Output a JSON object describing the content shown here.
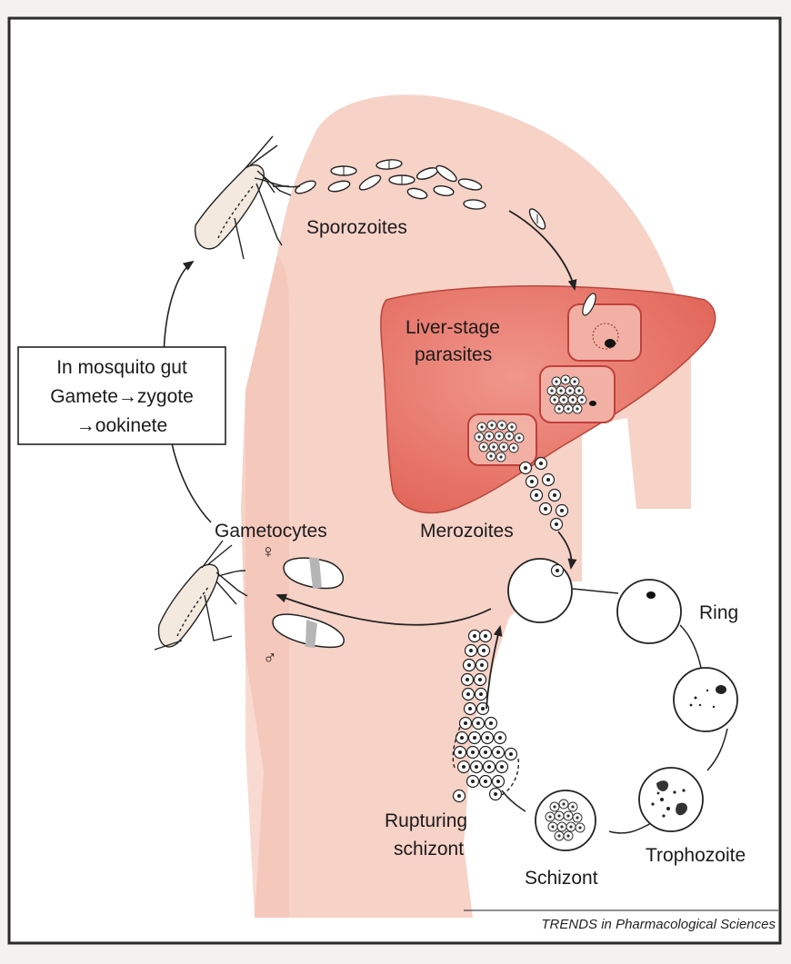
{
  "labels": {
    "sporozoites": "Sporozoites",
    "liver_line1": "Liver-stage",
    "liver_line2": "parasites",
    "mosquito_box_line1": "In mosquito gut",
    "mosquito_box_line2": "Gamete→zygote",
    "mosquito_box_line3": "→ookinete",
    "gametocytes": "Gametocytes",
    "female_symbol": "♀",
    "male_symbol": "♂",
    "merozoites": "Merozoites",
    "ring": "Ring",
    "trophozoite": "Trophozoite",
    "schizont": "Schizont",
    "rupturing_line1": "Rupturing",
    "rupturing_line2": "schizont"
  },
  "caption": "TRENDS in Pharmacological Sciences",
  "colors": {
    "body_tint": "#f7cfc4",
    "liver_fill": "#e8756a",
    "liver_cell_fill": "#f2b0a5",
    "liver_cell_stroke": "#c0403a",
    "line": "#222222"
  }
}
